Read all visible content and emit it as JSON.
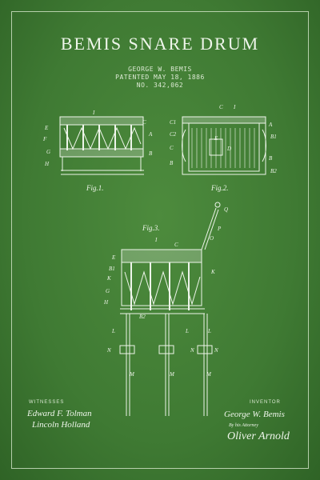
{
  "title": "BEMIS SNARE DRUM",
  "inventor_name": "GEORGE W. BEMIS",
  "patent_date": "PATENTED MAY 18, 1886",
  "patent_number": "NO. 342,062",
  "figures": {
    "fig1": "Fig.1.",
    "fig2": "Fig.2.",
    "fig3": "Fig.3."
  },
  "witnesses": {
    "heading": "WITNESSES",
    "sig1": "Edward F. Tolman",
    "sig2": "Lincoln Holland"
  },
  "inventor": {
    "heading": "INVENTOR",
    "sig": "George W. Bemis",
    "by_line": "By his Attorney",
    "attorney": "Oliver Arnold"
  },
  "colors": {
    "background": "#3f7a33",
    "ink": "#eef5ea"
  }
}
